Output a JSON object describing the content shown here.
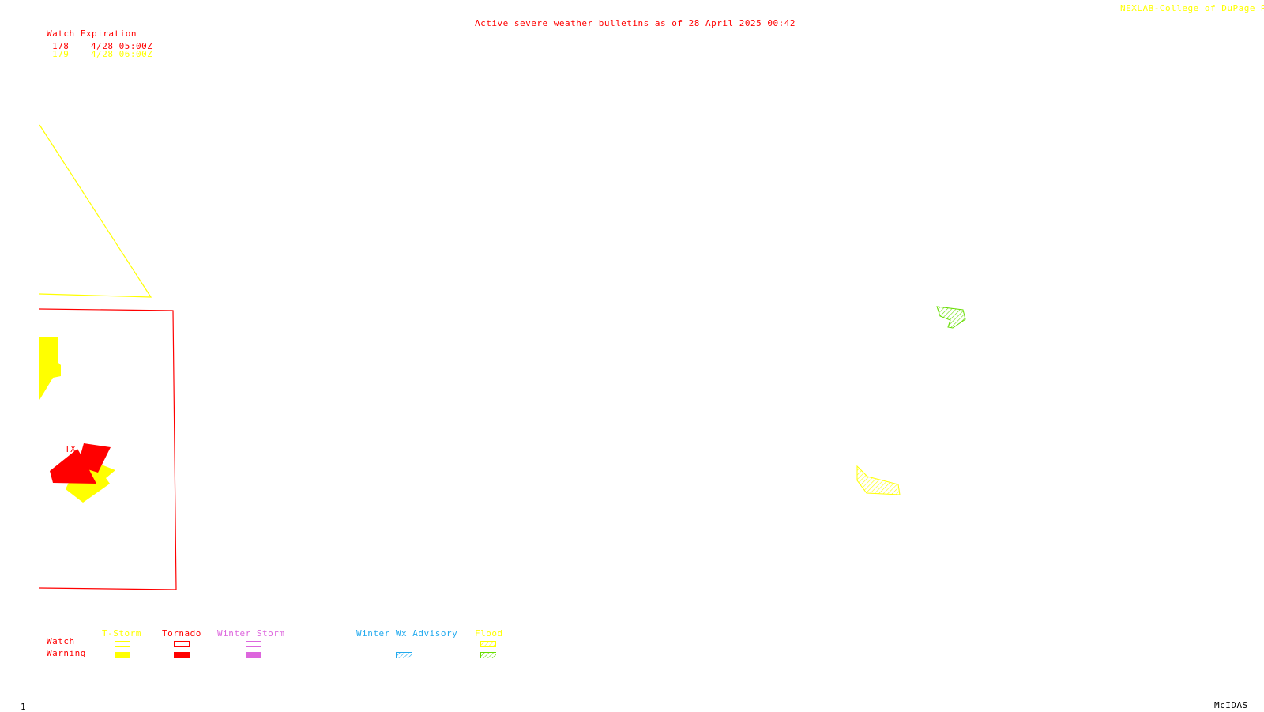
{
  "title": "Active severe weather bulletins as of 28 April 2025 00:42",
  "credit": "NEXLAB-College of DuPage R",
  "watch_table": {
    "header": "Watch Expiration",
    "rows": [
      {
        "id": "178",
        "expiration": "4/28 05:00Z",
        "color": "#ff0000"
      },
      {
        "id": "179",
        "expiration": "4/28 06:00Z",
        "color": "#ffff00"
      }
    ]
  },
  "map_label": "TX",
  "legend": {
    "row_labels": {
      "watch": "Watch",
      "warning": "Warning"
    },
    "categories": [
      {
        "label": "T-Storm",
        "color": "#ffff00"
      },
      {
        "label": "Tornado",
        "color": "#ff0000"
      },
      {
        "label": "Winter Storm",
        "color": "#dd66dd"
      },
      {
        "label": "Winter Wx Advisory",
        "color": "#22aaee"
      },
      {
        "label": "Flood",
        "color": "#ffff00"
      }
    ]
  },
  "footer": {
    "frame": "1",
    "software": "McIDAS"
  }
}
